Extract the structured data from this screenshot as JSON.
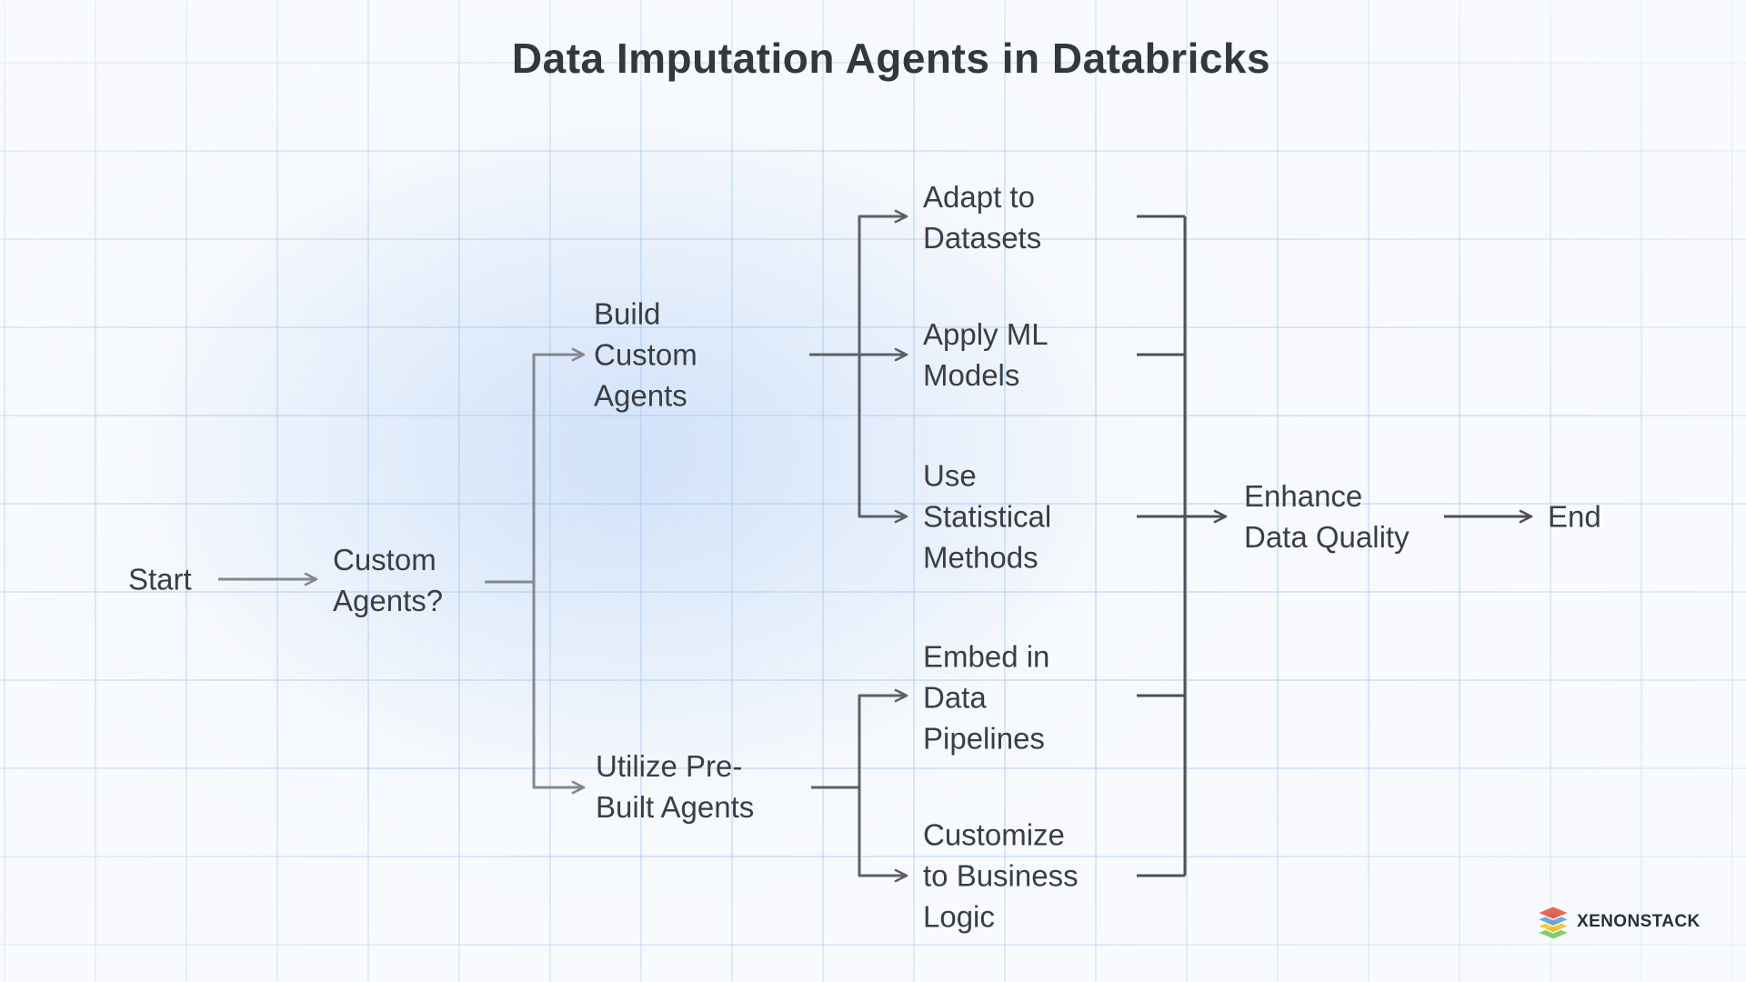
{
  "title": "Data Imputation Agents in Databricks",
  "diagram": {
    "type": "flowchart",
    "direction": "left-to-right",
    "nodes": {
      "start": "Start",
      "custom_agents": "Custom\nAgents?",
      "build_custom": "Build\nCustom\nAgents",
      "utilize_prebuilt": "Utilize Pre-\nBuilt Agents",
      "adapt": "Adapt to\nDatasets",
      "apply_ml": "Apply ML\nModels",
      "use_stat": "Use\nStatistical\nMethods",
      "embed": "Embed in\nData\nPipelines",
      "customize": "Customize\nto Business\nLogic",
      "enhance": "Enhance\nData Quality",
      "end": "End"
    },
    "edges": [
      [
        "start",
        "custom_agents"
      ],
      [
        "custom_agents",
        "build_custom"
      ],
      [
        "custom_agents",
        "utilize_prebuilt"
      ],
      [
        "build_custom",
        "adapt"
      ],
      [
        "build_custom",
        "apply_ml"
      ],
      [
        "build_custom",
        "use_stat"
      ],
      [
        "utilize_prebuilt",
        "embed"
      ],
      [
        "utilize_prebuilt",
        "customize"
      ],
      [
        "adapt",
        "enhance"
      ],
      [
        "apply_ml",
        "enhance"
      ],
      [
        "use_stat",
        "enhance"
      ],
      [
        "embed",
        "enhance"
      ],
      [
        "customize",
        "enhance"
      ],
      [
        "enhance",
        "end"
      ]
    ]
  },
  "branding": {
    "name": "XENONSTACK",
    "icon": "layer-stack-icon",
    "wordmark_color": "#25303d",
    "layer_colors": [
      "#e25540",
      "#5b9bd8",
      "#f2c21d",
      "#74c158"
    ]
  },
  "colors": {
    "background": "#f8fafd",
    "grid_line": "#cddff5",
    "edge_light": "#84878c",
    "edge_mid": "#5d6064",
    "edge_dark": "#4d5054",
    "text": "#3a3e44",
    "title": "#33383d"
  }
}
